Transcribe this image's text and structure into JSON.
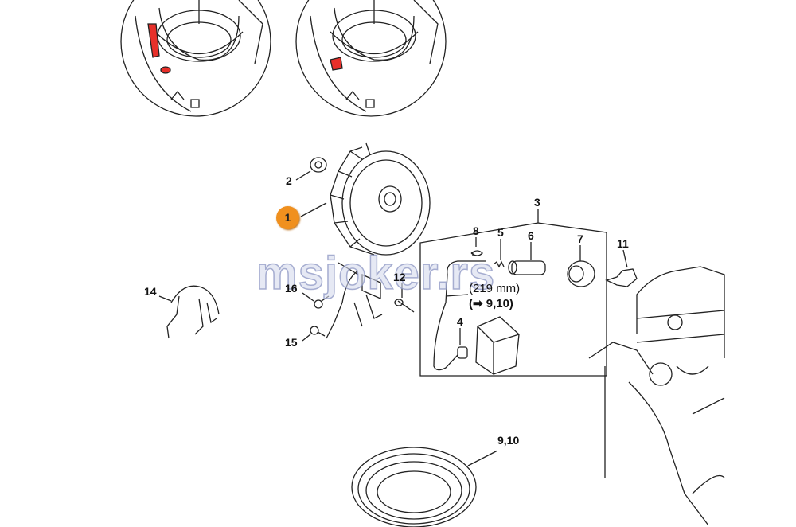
{
  "watermark": "msjoker.rs",
  "callout": {
    "label": "1",
    "color": "#f0901e"
  },
  "labels": {
    "p2": "2",
    "p3": "3",
    "p4": "4",
    "p5": "5",
    "p6": "6",
    "p7": "7",
    "p8": "8",
    "p11": "11",
    "p12": "12",
    "p14": "14",
    "p15": "15",
    "p16": "16",
    "p9_10": "9,10"
  },
  "notes": {
    "length": "(219 mm)",
    "ref": "(➡ 9,10)"
  },
  "colors": {
    "highlight": "#e8302a"
  }
}
